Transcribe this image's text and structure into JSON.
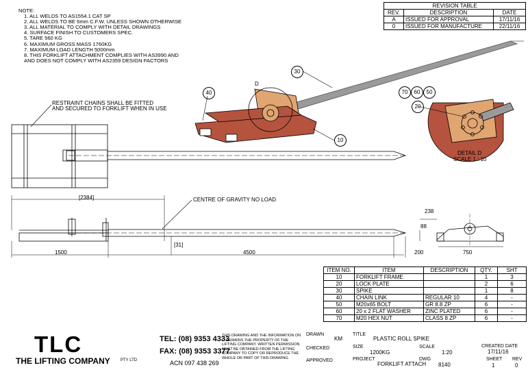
{
  "notes": {
    "heading": "NOTE:",
    "items": [
      "1.  ALL WELDS TO AS1554.1 CAT SP",
      "2.  ALL WELDS TO BE 6mm C.F.W. UNLESS SHOWN OTHERWISE",
      "3.  ALL MATERIAL TO COMPLY WITH DETAIL DRAWINGS",
      "4.  SURFACE FINISH TO CUSTOMERS SPEC.",
      "5.  TARE 560 KG",
      "6.  MAXIMUM GROSS MASS 1760KG",
      "7.  MAXIMUM LOAD LENGTH 5000mm",
      "8.  THIS FORKLIFT ATTACHMENT COMPLIES WITH AS3990 AND",
      "     AND DOES NOT COMPLY WITH AS2359 DESIGN FACTORS"
    ]
  },
  "revision_table": {
    "title": "REVISION TABLE",
    "headers": [
      "REV.",
      "DESCRIPTION",
      "DATE"
    ],
    "rows": [
      [
        "A",
        "ISSUED FOR APPROVAL",
        "17/11/16"
      ],
      [
        "0",
        "ISSUED FOR MANUFACTURE",
        "22/11/16"
      ]
    ]
  },
  "callouts": {
    "c30": "30",
    "c40": "40",
    "c10": "10",
    "cD": "D",
    "c70": "70",
    "c60": "60",
    "c50": "50",
    "c20": "20"
  },
  "detail": {
    "title": "DETAIL D",
    "scale": "SCALE 1 : 10"
  },
  "annotations": {
    "chains_1": "RESTRAINT CHAINS SHALL BE FITTED",
    "chains_2": "AND SECURED TO FORKLIFT WHEN IN USE",
    "cog": "CENTRE OF GRAVITY NO LOAD"
  },
  "dimensions": {
    "d2384": "[2384]",
    "d1500": "1500",
    "d4500": "4500",
    "d200": "200",
    "d31": "[31]",
    "d238": "238",
    "d88": "88",
    "d750": "750"
  },
  "items_table": {
    "headers": [
      "ITEM NO.",
      "ITEM",
      "DESCRIPTION",
      "QTY.",
      "SHT"
    ],
    "rows": [
      [
        "10",
        "FORKLIFT FRAME",
        "",
        "1",
        "3"
      ],
      [
        "20",
        "LOCK PLATE",
        "",
        "2",
        "6"
      ],
      [
        "30",
        "SPIKE",
        "",
        "1",
        "8"
      ],
      [
        "40",
        "CHAIN LINK",
        "REGULAR 10",
        "4",
        "-"
      ],
      [
        "50",
        "M20x65 BOLT",
        "GR 8.8 ZP",
        "6",
        "-"
      ],
      [
        "60",
        "20 x 2 FLAT WASHER",
        "ZINC PLATED",
        "6",
        "-"
      ],
      [
        "70",
        "M20 HEX NUT",
        "CLASS 8 ZP",
        "6",
        "-"
      ]
    ]
  },
  "title_block": {
    "logo": "TLC",
    "company": "THE LIFTING COMPANY",
    "pty": "PTY LTD",
    "tel": "TEL: (08) 9353 4333",
    "fax": "FAX: (08) 9353 3377",
    "acn": "ACN 097 438 269",
    "disclaimer": "THIS DRAWING AND THE INFORMATION ON IT REMAINS THE PROPERTY OF THE LIFTING COMPANY. WRITTEN PERMISSION MUST BE OBTAINED FROM THE LIFTING COMPANY TO COPY OR REPRODUCE THE WHOLE OR PART OF THIS DRAWING.",
    "drawn_label": "DRAWN",
    "drawn_value": "KM",
    "checked_label": "CHECKED",
    "approved_label": "APPROVED",
    "title_label": "TITLE",
    "title_value": "PLASTIC ROLL SPIKE",
    "size_label": "SIZE",
    "size_value": "1200KG",
    "scale_label": "SCALE",
    "scale_value": "1:20",
    "created_label": "CREATED DATE",
    "created_value": "17/11/16",
    "project_label": "PROJECT",
    "project_value": "FORKLIFT ATTACH",
    "dwg_label": "DWG",
    "dwg_value": "8140",
    "sheet_label": "SHEET",
    "sheet_value": "1",
    "rev_label": "REV",
    "rev_value": "0"
  },
  "colors": {
    "frame": "#b5533e",
    "plate": "#e0a571",
    "spike": "#9a9a9a"
  }
}
